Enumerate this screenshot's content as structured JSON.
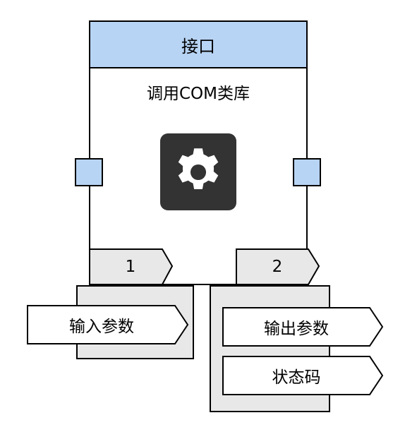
{
  "block": {
    "title": "接口",
    "subtitle": "调用COM类库",
    "icon": "gear-icon"
  },
  "ports": {
    "left_index": "1",
    "right_index": "2"
  },
  "inputs": {
    "items": [
      "输入参数"
    ]
  },
  "outputs": {
    "items": [
      "输出参数",
      "状态码"
    ]
  },
  "colors": {
    "header_fill": "#b8d4f4",
    "port_fill": "#b8d4f4",
    "panel_fill": "#e8e8e8",
    "tab_fill": "#e8e8e8",
    "icon_bg": "#333333",
    "stroke": "#000000"
  }
}
